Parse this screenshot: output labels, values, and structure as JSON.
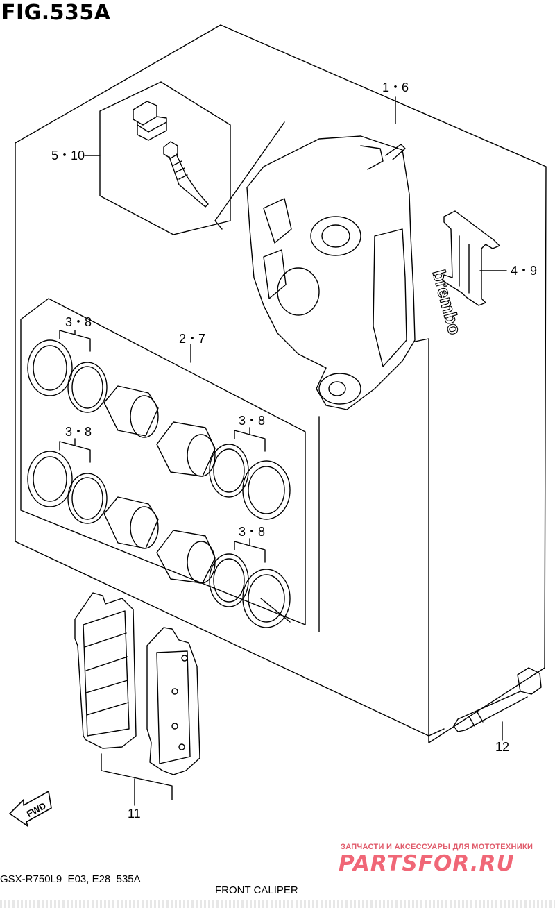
{
  "figure": {
    "title": "FIG.535A",
    "footer_code": "GSX-R750L9_E03, E28_535A",
    "footer_title": "FRONT CALIPER"
  },
  "callouts": {
    "caliper": "1・6",
    "valve": "5・10",
    "spring": "4・9",
    "piston_group": "2・7",
    "seal_a": "3・8",
    "seal_b": "3・8",
    "seal_c": "3・8",
    "seal_d": "3・8",
    "bolt": "12",
    "pads": "11"
  },
  "caliper_brand": "brembo",
  "fwd_label": "FWD",
  "watermark": {
    "tagline": "ЗАПЧАСТИ И АКСЕССУАРЫ ДЛЯ МОТОТЕХНИКИ",
    "logo": "PARTSFOR.RU"
  }
}
